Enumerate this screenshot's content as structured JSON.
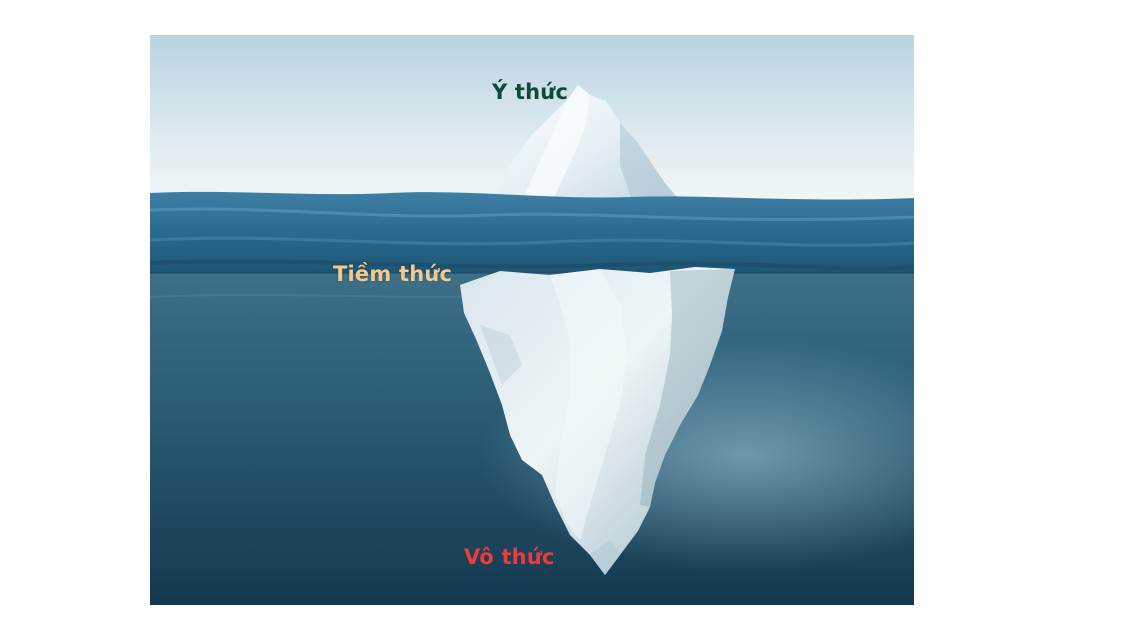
{
  "labels": {
    "conscious": "Ý thức",
    "subconscious": "Tiềm thức",
    "unconscious": "Vô thức"
  },
  "colors": {
    "conscious": "#0e4a36",
    "subconscious": "#f3c98d",
    "unconscious": "#ee3b3b",
    "sky_top": "#b9d3e1",
    "sky_horizon": "#eef4f5",
    "surface_water": "#2f6f92",
    "deep_water": "#123a52"
  }
}
